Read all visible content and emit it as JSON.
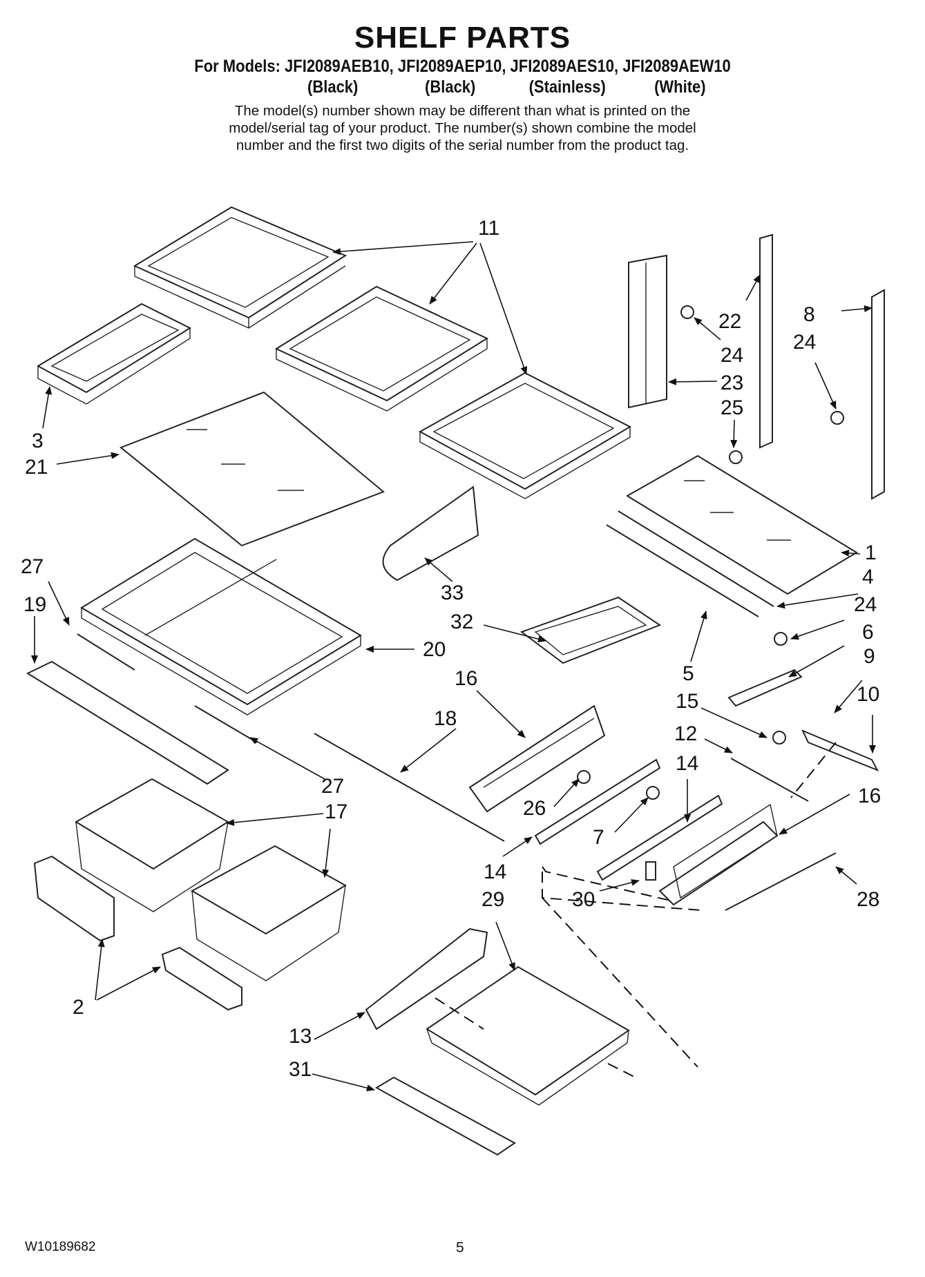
{
  "header": {
    "title": "SHELF PARTS",
    "models_line": "For Models: JFI2089AEB10, JFI2089AEP10, JFI2089AES10, JFI2089AEW10",
    "variants": [
      "(Black)",
      "(Black)",
      "(Stainless)",
      "(White)"
    ],
    "note_lines": [
      "The model(s) number shown may be different than what is printed on the",
      "model/serial tag of your product. The number(s) shown combine the model",
      "number and the first two digits of the serial number from the product tag."
    ]
  },
  "callouts": [
    "11",
    "22",
    "8",
    "24",
    "24",
    "23",
    "25",
    "3",
    "21",
    "1",
    "27",
    "4",
    "24",
    "33",
    "19",
    "32",
    "6",
    "20",
    "9",
    "5",
    "16",
    "15",
    "10",
    "18",
    "12",
    "14",
    "27",
    "16",
    "17",
    "26",
    "7",
    "14",
    "29",
    "30",
    "28",
    "2",
    "13",
    "31"
  ],
  "footer": {
    "doc_number": "W10189682",
    "page_number": "5"
  }
}
